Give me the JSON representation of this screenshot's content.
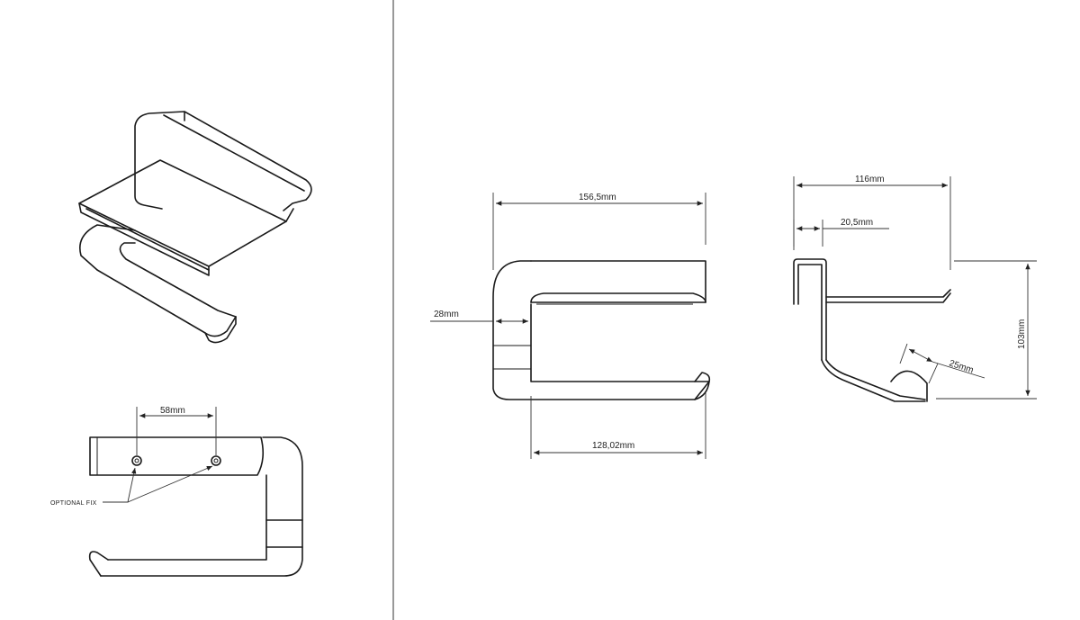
{
  "dimensions": {
    "wall_holes_spacing": "58mm",
    "optional_fix": "OPTIONAL FIX",
    "total_width": "156,5mm",
    "arm_length": "128,02mm",
    "bracket_depth": "28mm",
    "total_depth": "116mm",
    "hook_width": "20,5mm",
    "lip_radius": "25mm",
    "total_height": "103mm"
  }
}
